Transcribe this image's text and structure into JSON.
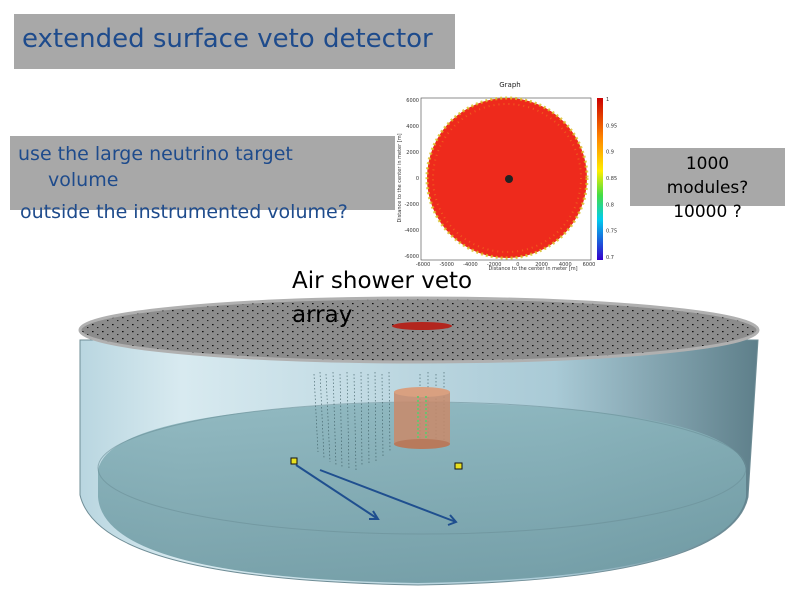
{
  "slide": {
    "title": "extended surface veto detector",
    "bullets": [
      {
        "line1": "use the large neutrino target",
        "line2": "volume"
      },
      {
        "line1": "outside the instrumented volume?"
      }
    ],
    "modules": [
      "1000",
      "modules?",
      "10000 ?"
    ],
    "array_label": [
      "Air shower veto",
      "array"
    ]
  },
  "inset_graph": {
    "title": "Graph",
    "x_axis_title": "Distance to the center in meter [m]",
    "y_axis_title": "Distance to the center in meter [m]",
    "x_ticks": [
      "-6000",
      "-5000",
      "-4000",
      "-2000",
      "0",
      "2000",
      "4000",
      "6000"
    ],
    "y_ticks": [
      "6000",
      "4000",
      "2000",
      "0",
      "-2000",
      "-4000",
      "-6000"
    ],
    "colorbar_ticks": [
      "1",
      "0.95",
      "0.9",
      "0.85",
      "0.8",
      "0.75",
      "0.7"
    ],
    "colors": {
      "fill": "#ee2a1c",
      "colorbar_top": "#cc0000",
      "colorbar_bottom": "#3300cc"
    }
  },
  "colors": {
    "title_text": "#1e4b8c",
    "box_gray": "#a8a8a8",
    "tank_side": "#9ec7d5",
    "tank_lid": "#8a8a8a",
    "water": "#7fa9b0",
    "arrow": "#1f4f8f"
  }
}
